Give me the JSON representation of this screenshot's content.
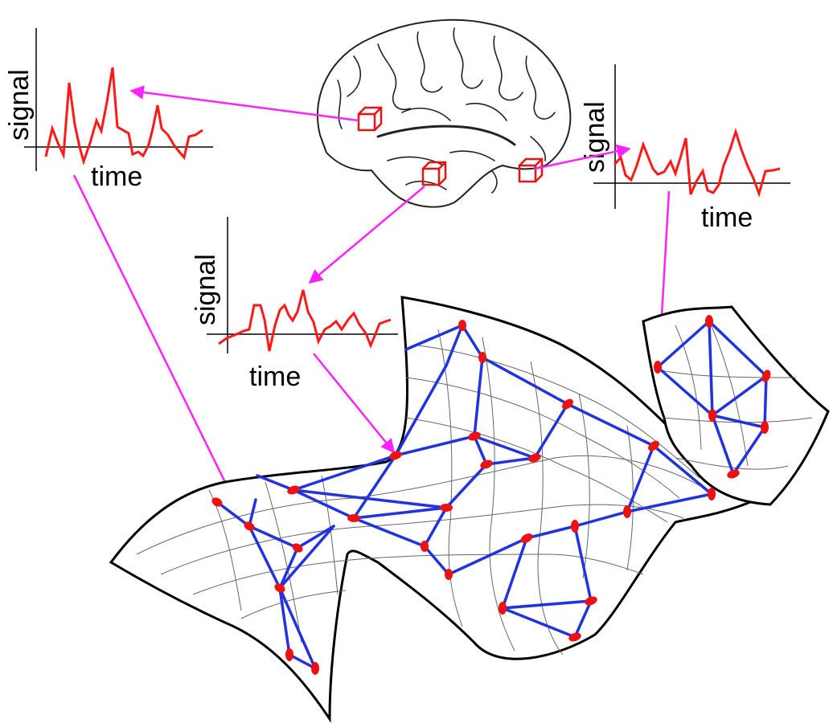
{
  "labels": {
    "signal": "signal",
    "time": "time"
  },
  "colors": {
    "signal": "#ff1a1a",
    "arrow": "#ff22ff",
    "edge": "#2233dd",
    "node": "#ee1111",
    "surface_outline": "#000000",
    "mesh": "#666666",
    "brain_outline": "#222222"
  },
  "icons": {
    "brain": "brain-illustration",
    "voxel": "cube-icon"
  }
}
